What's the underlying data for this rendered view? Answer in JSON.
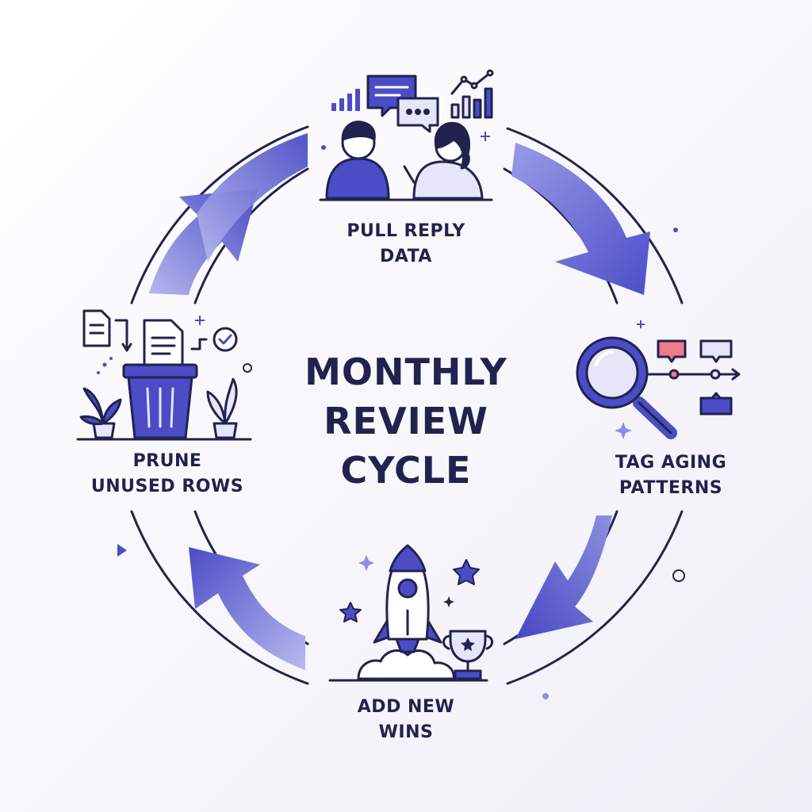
{
  "title": {
    "line1": "MONTHLY",
    "line2": "REVIEW",
    "line3": "CYCLE"
  },
  "steps": [
    {
      "id": "pull",
      "line1": "PULL REPLY",
      "line2": "DATA"
    },
    {
      "id": "tag",
      "line1": "TAG AGING",
      "line2": "PATTERNS"
    },
    {
      "id": "add",
      "line1": "ADD NEW",
      "line2": "WINS"
    },
    {
      "id": "prune",
      "line1": "PRUNE",
      "line2": "UNUSED ROWS"
    }
  ],
  "colors": {
    "primary": "#4b4cc6",
    "arrow_light": "#8e8fe0",
    "outline": "#22224e",
    "accent_red": "#f07a8a",
    "soft": "#e6e6fa"
  }
}
